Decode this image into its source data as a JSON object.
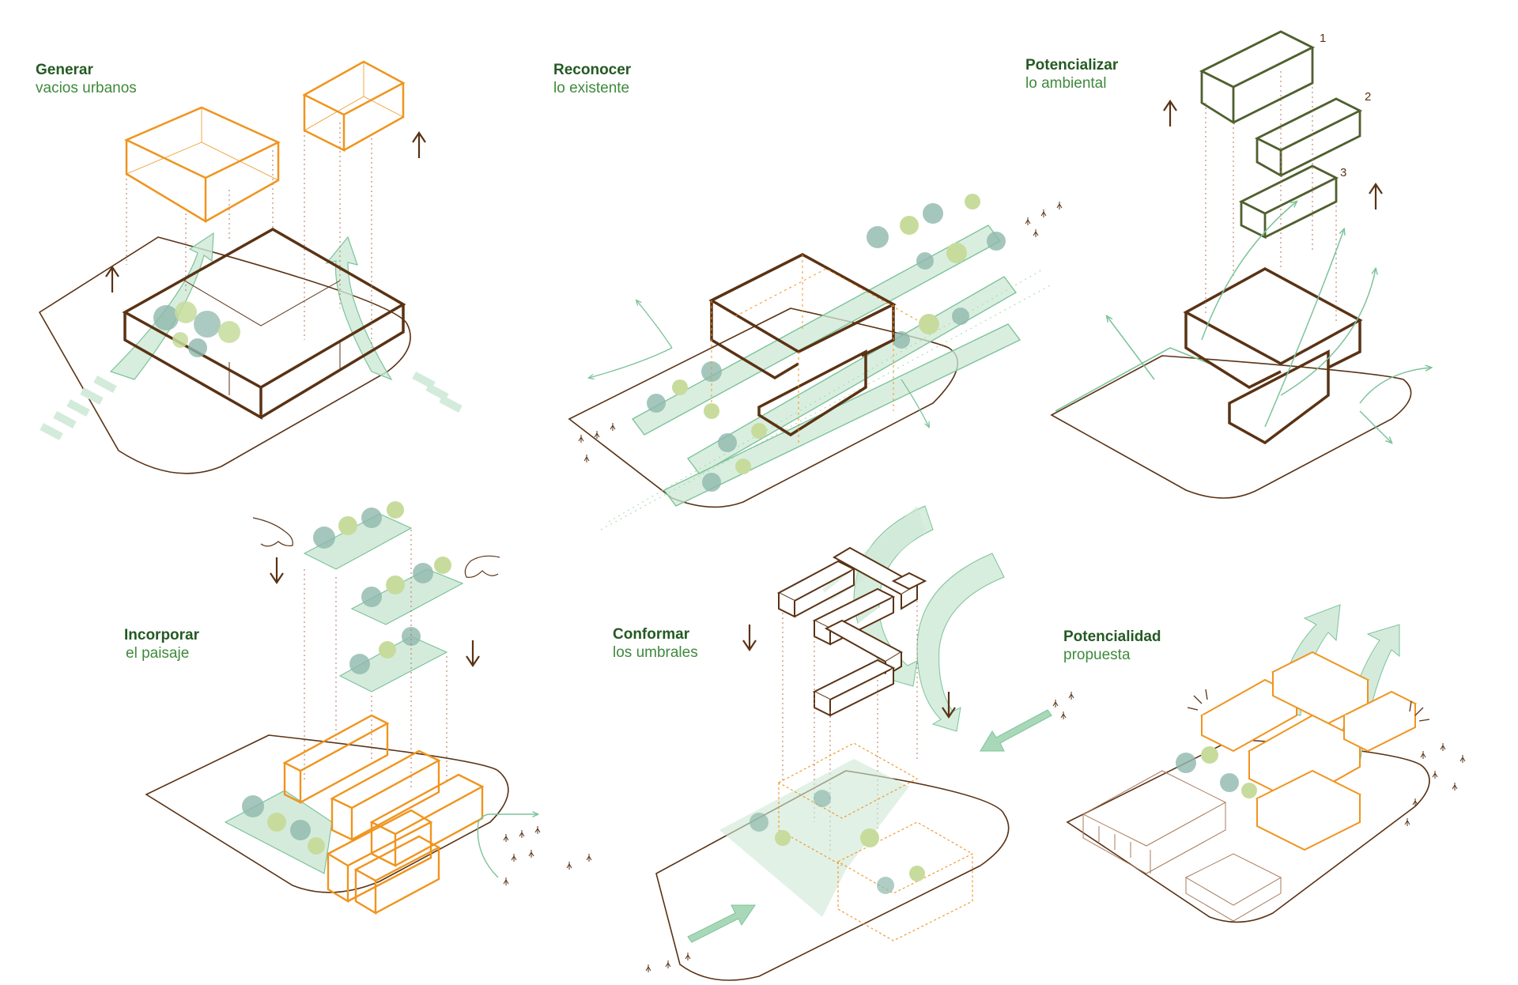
{
  "colors": {
    "caption_title": "#245a23",
    "caption_sub": "#3f8a3c",
    "brown": "#5a3214",
    "orange": "#f0941e",
    "olive": "#4f5f2e",
    "green_line": "#7cc39a",
    "green_fill": "#cde8d6",
    "tree_dark": "#8fb8ad",
    "tree_light": "#c7dc9c"
  },
  "panels": [
    {
      "title": "Generar",
      "subtitle": "vacios urbanos"
    },
    {
      "title": "Reconocer",
      "subtitle": "lo existente"
    },
    {
      "title": "Potencializar",
      "subtitle": "lo ambiental"
    },
    {
      "title": "Incorporar",
      "subtitle": "el paisaje"
    },
    {
      "title": "Conformar",
      "subtitle": "los umbrales"
    },
    {
      "title": "Potencialidad",
      "subtitle": "propuesta"
    }
  ],
  "volume_numbers": [
    "1",
    "2",
    "3"
  ],
  "icons": [
    "arrow-up-icon",
    "arrow-down-icon",
    "hand-icon",
    "tree-icon",
    "pedestrian-icon"
  ]
}
